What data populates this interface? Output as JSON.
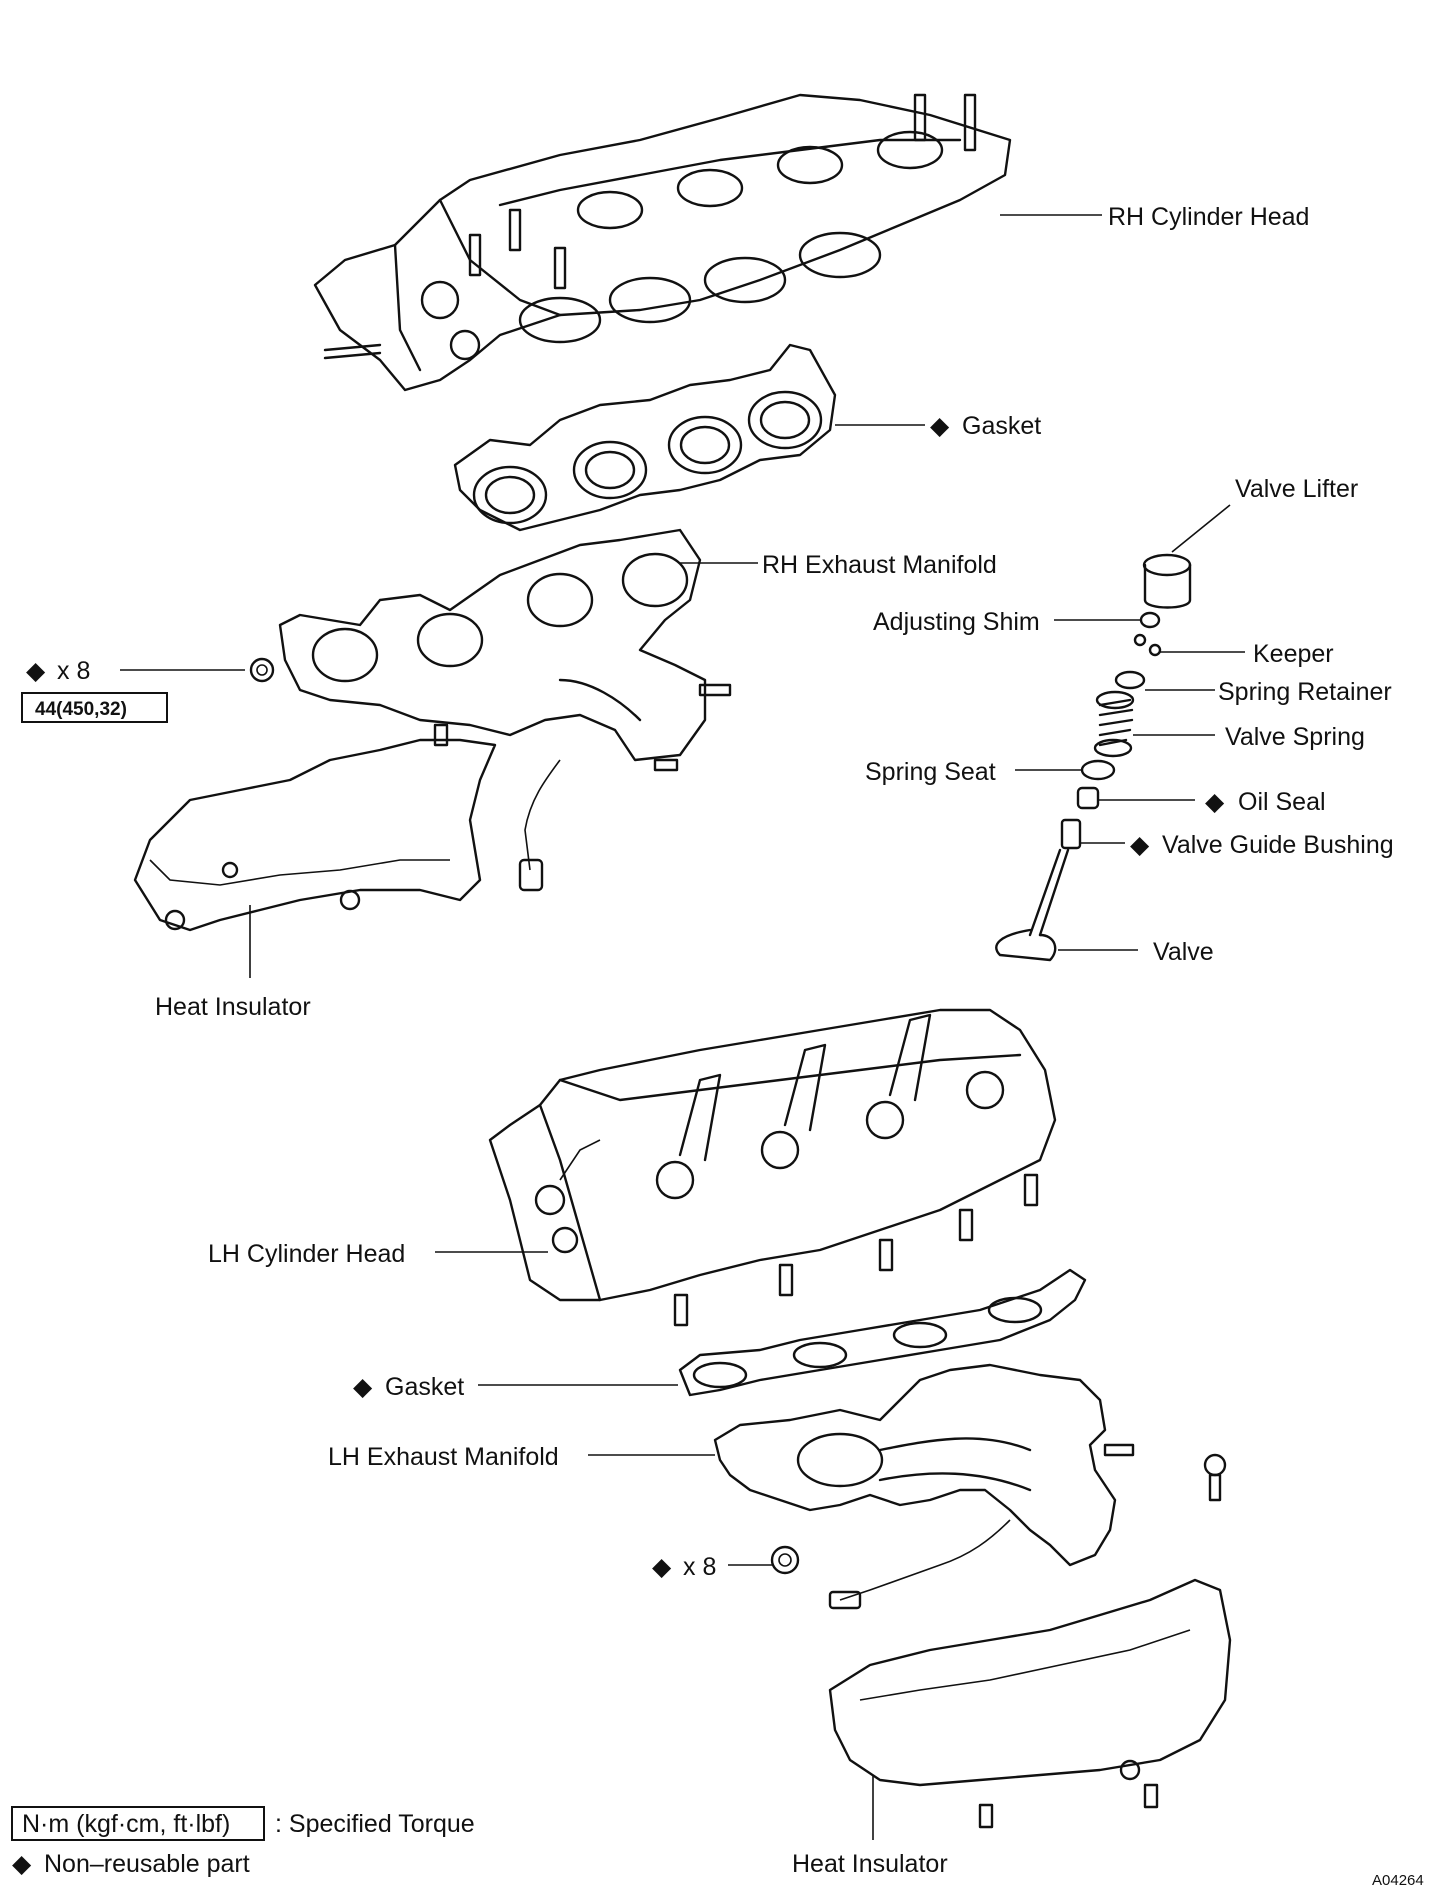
{
  "labels": {
    "rh_cylinder_head": "RH Cylinder Head",
    "rh_gasket": "Gasket",
    "rh_exhaust_manifold": "RH Exhaust Manifold",
    "rh_nut_qty": "x 8",
    "rh_torque": "44(450,32)",
    "rh_heat_insulator": "Heat Insulator",
    "valve_lifter": "Valve Lifter",
    "adjusting_shim": "Adjusting Shim",
    "keeper": "Keeper",
    "spring_retainer": "Spring Retainer",
    "valve_spring": "Valve Spring",
    "spring_seat": "Spring Seat",
    "oil_seal": "Oil Seal",
    "valve_guide_bushing": "Valve Guide Bushing",
    "valve": "Valve",
    "lh_cylinder_head": "LH Cylinder Head",
    "lh_gasket": "Gasket",
    "lh_exhaust_manifold": "LH Exhaust Manifold",
    "lh_nut_qty": "x 8",
    "lh_heat_insulator": "Heat Insulator"
  },
  "legend": {
    "torque_box": "N·m (kgf·cm, ft·lbf)",
    "torque_desc": ": Specified Torque",
    "non_reusable": "Non–reusable part"
  },
  "symbols": {
    "non_reusable": "◆"
  },
  "figure_code": "A04264"
}
